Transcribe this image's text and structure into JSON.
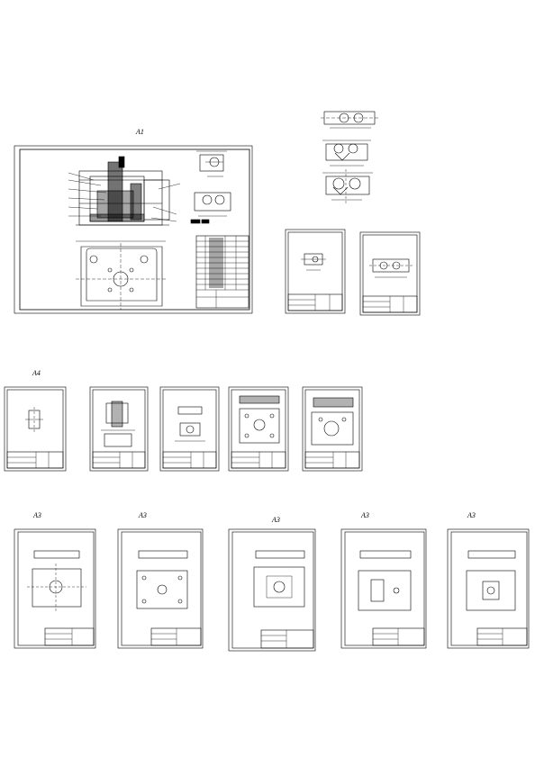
{
  "labels": {
    "a1": "A1",
    "a4": "A4",
    "a3": [
      "A3",
      "A3",
      "A3",
      "A3",
      "A3"
    ]
  },
  "colors": {
    "ink": "#000000",
    "paper": "#ffffff"
  }
}
